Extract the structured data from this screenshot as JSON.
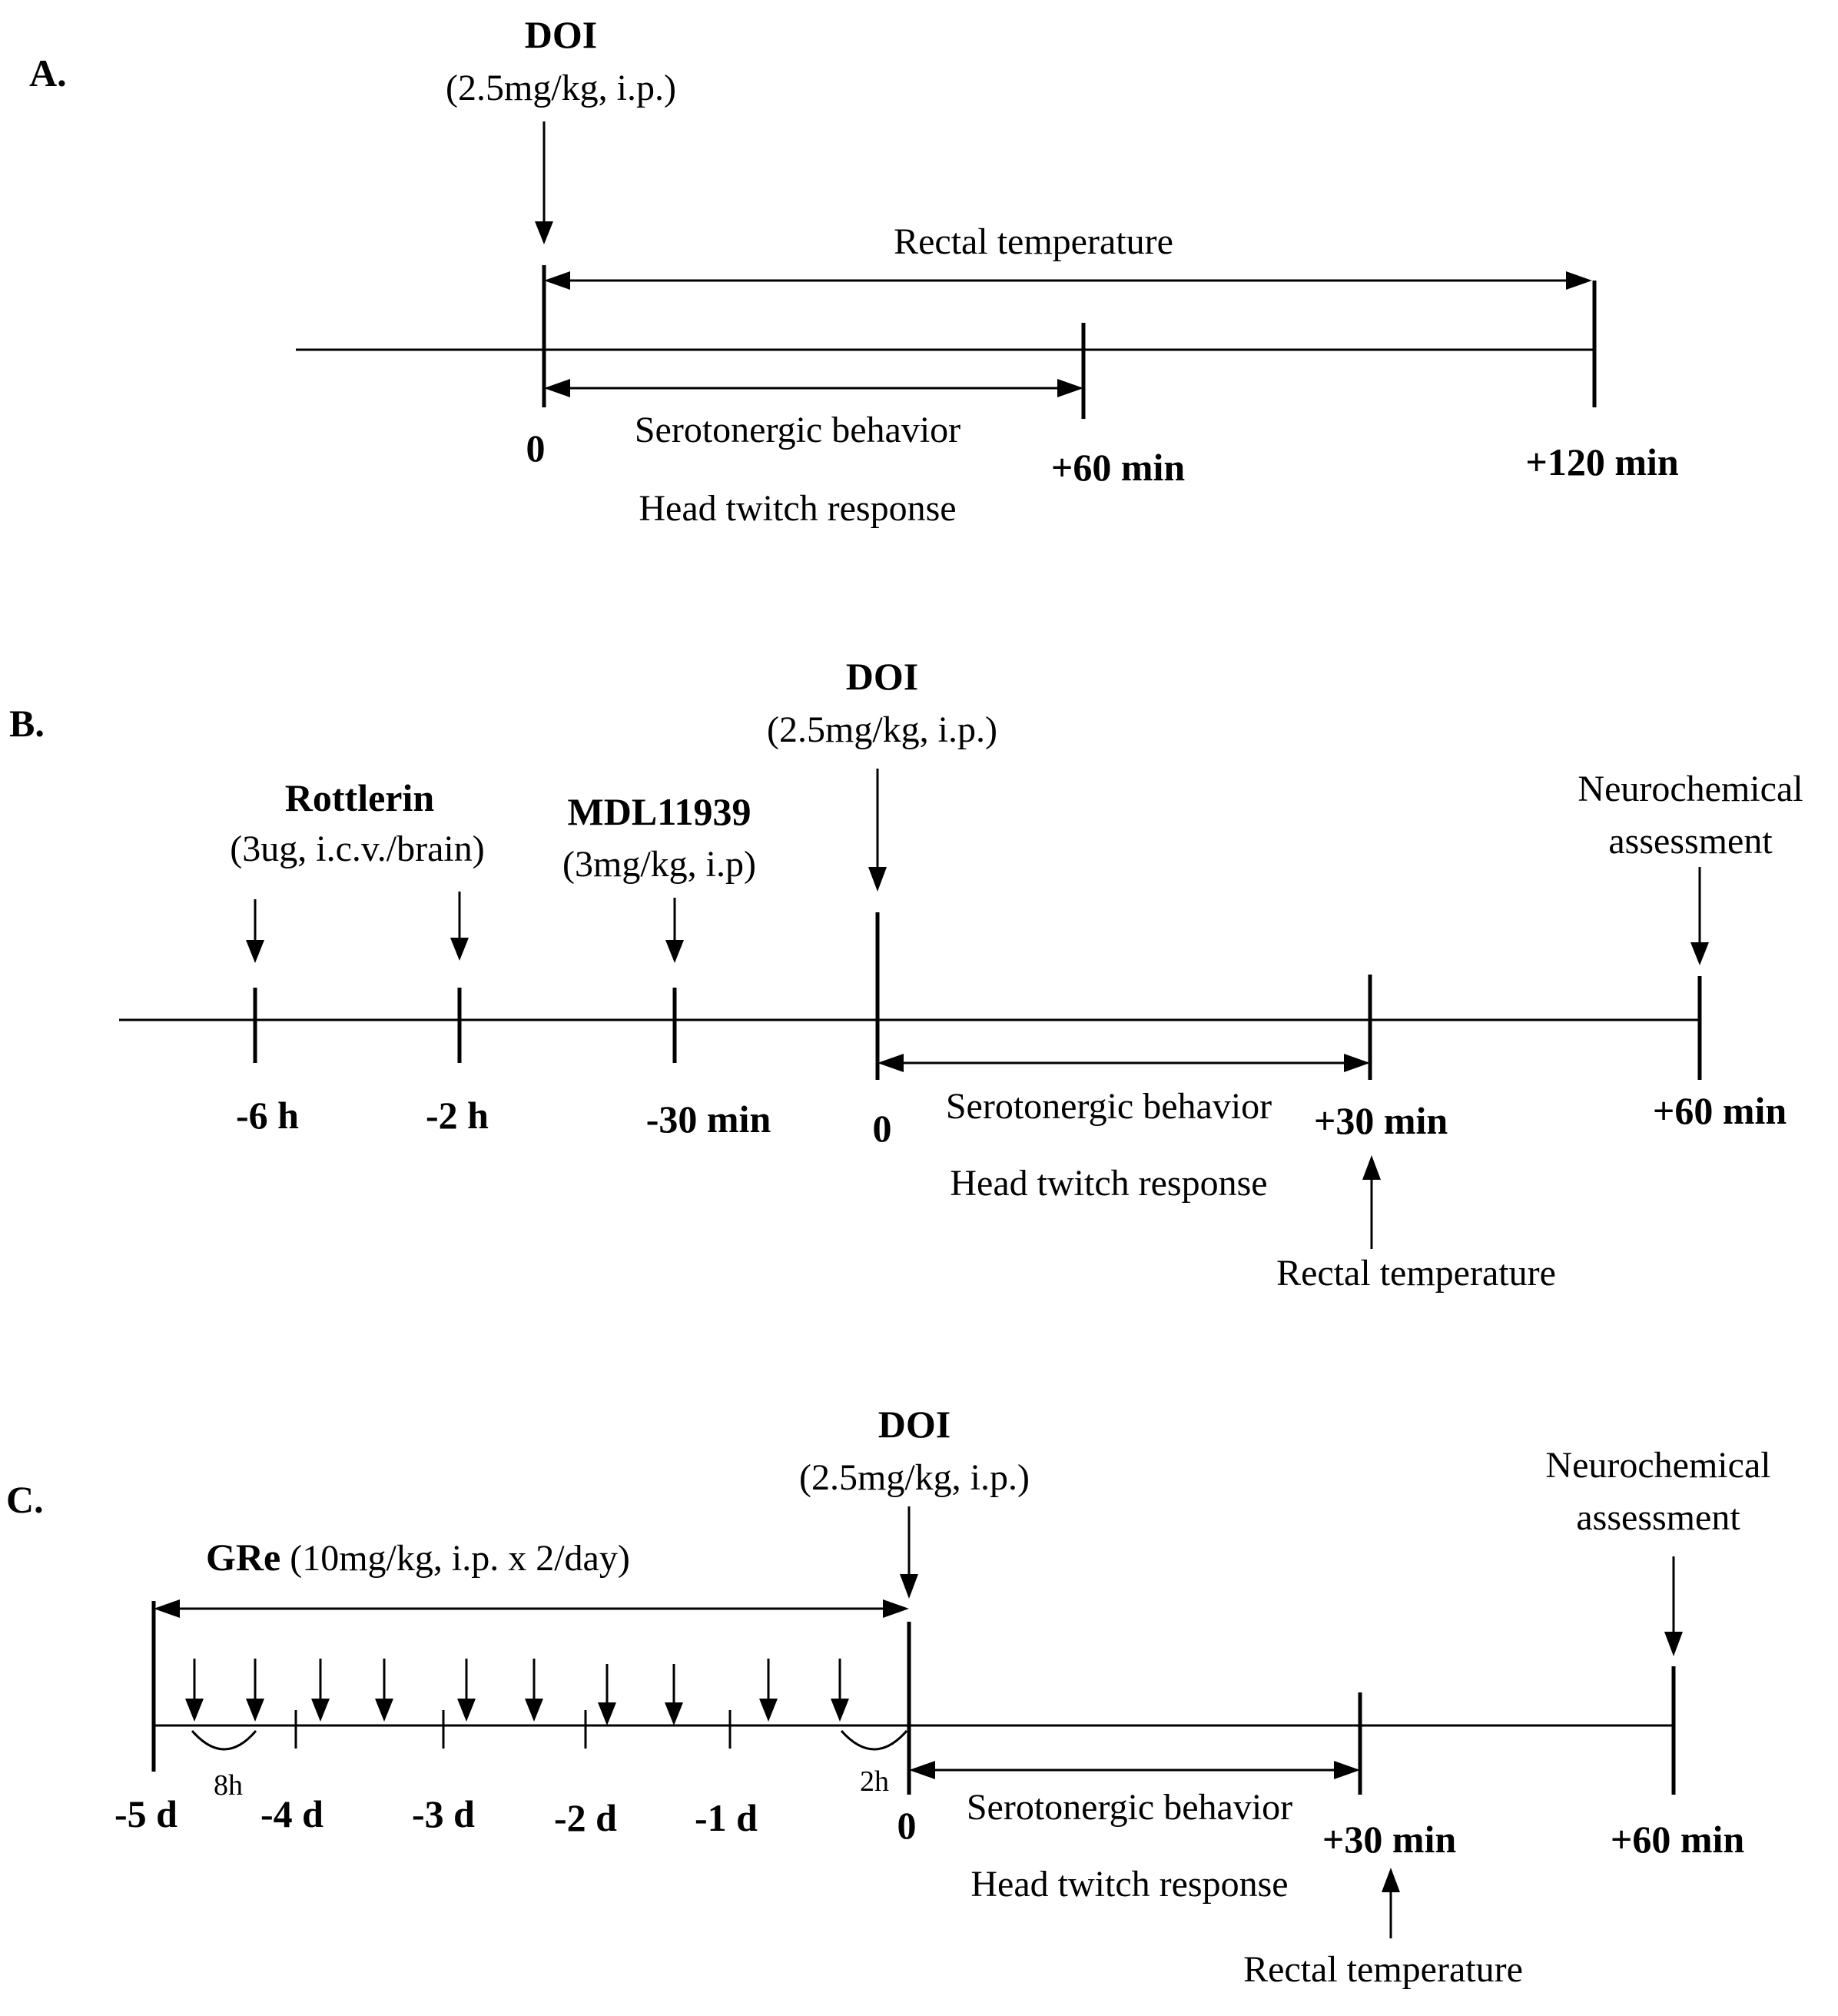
{
  "panels": {
    "a": {
      "label": "A.",
      "drug": "DOI",
      "drug_dose": "(2.5mg/kg, i.p.)",
      "span_top": "Rectal temperature",
      "span_bottom_1": "Serotonergic behavior",
      "span_bottom_2": "Head twitch response",
      "ticks": [
        "0",
        "+60 min",
        "+120 min"
      ]
    },
    "b": {
      "label": "B.",
      "drug": "DOI",
      "drug_dose": "(2.5mg/kg, i.p.)",
      "pre1_name": "Rottlerin",
      "pre1_dose": "(3ug, i.c.v./brain)",
      "pre2_name": "MDL11939",
      "pre2_dose": "(3mg/kg, i.p)",
      "end_1": "Neurochemical",
      "end_2": "assessment",
      "span_1": "Serotonergic behavior",
      "span_2": "Head twitch response",
      "temp": "Rectal temperature",
      "ticks": [
        "-6 h",
        "-2 h",
        "-30 min",
        "0",
        "+30 min",
        "+60 min"
      ]
    },
    "c": {
      "label": "C.",
      "drug": "DOI",
      "drug_dose": "(2.5mg/kg, i.p.)",
      "pre_name": "GRe",
      "pre_dose": " (10mg/kg, i.p. x 2/day)",
      "end_1": "Neurochemical",
      "end_2": "assessment",
      "span_1": "Serotonergic behavior",
      "span_2": "Head twitch response",
      "temp": "Rectal temperature",
      "interval_1": "8h",
      "interval_2": "2h",
      "ticks": [
        "-5 d",
        "-4 d",
        "-3 d",
        "-2 d",
        "-1 d",
        "0",
        "+30 min",
        "+60 min"
      ]
    }
  }
}
